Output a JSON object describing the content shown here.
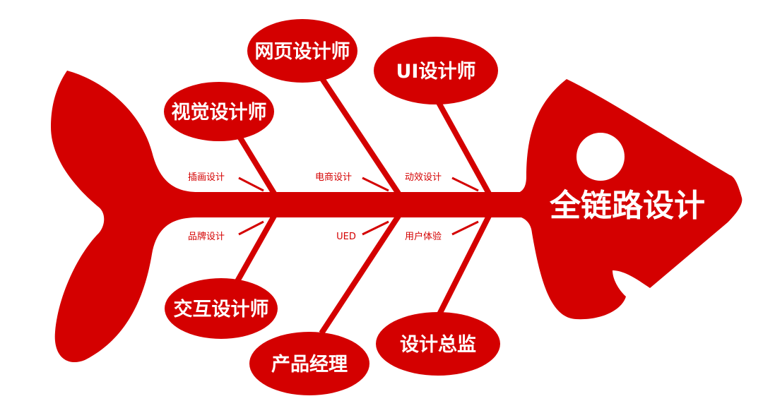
{
  "colors": {
    "primary": "#d40000",
    "text_on_primary": "#ffffff"
  },
  "head_label": "全链路设计",
  "roles": {
    "visual": "视觉设计师",
    "web": "网页设计师",
    "ui": "UI设计师",
    "interaction": "交互设计师",
    "product": "产品经理",
    "director": "设计总监"
  },
  "skills": {
    "illustration": "插画设计",
    "brand": "品牌设计",
    "ecommerce": "电商设计",
    "ued": "UED",
    "motion": "动效设计",
    "ux": "用户体验"
  }
}
